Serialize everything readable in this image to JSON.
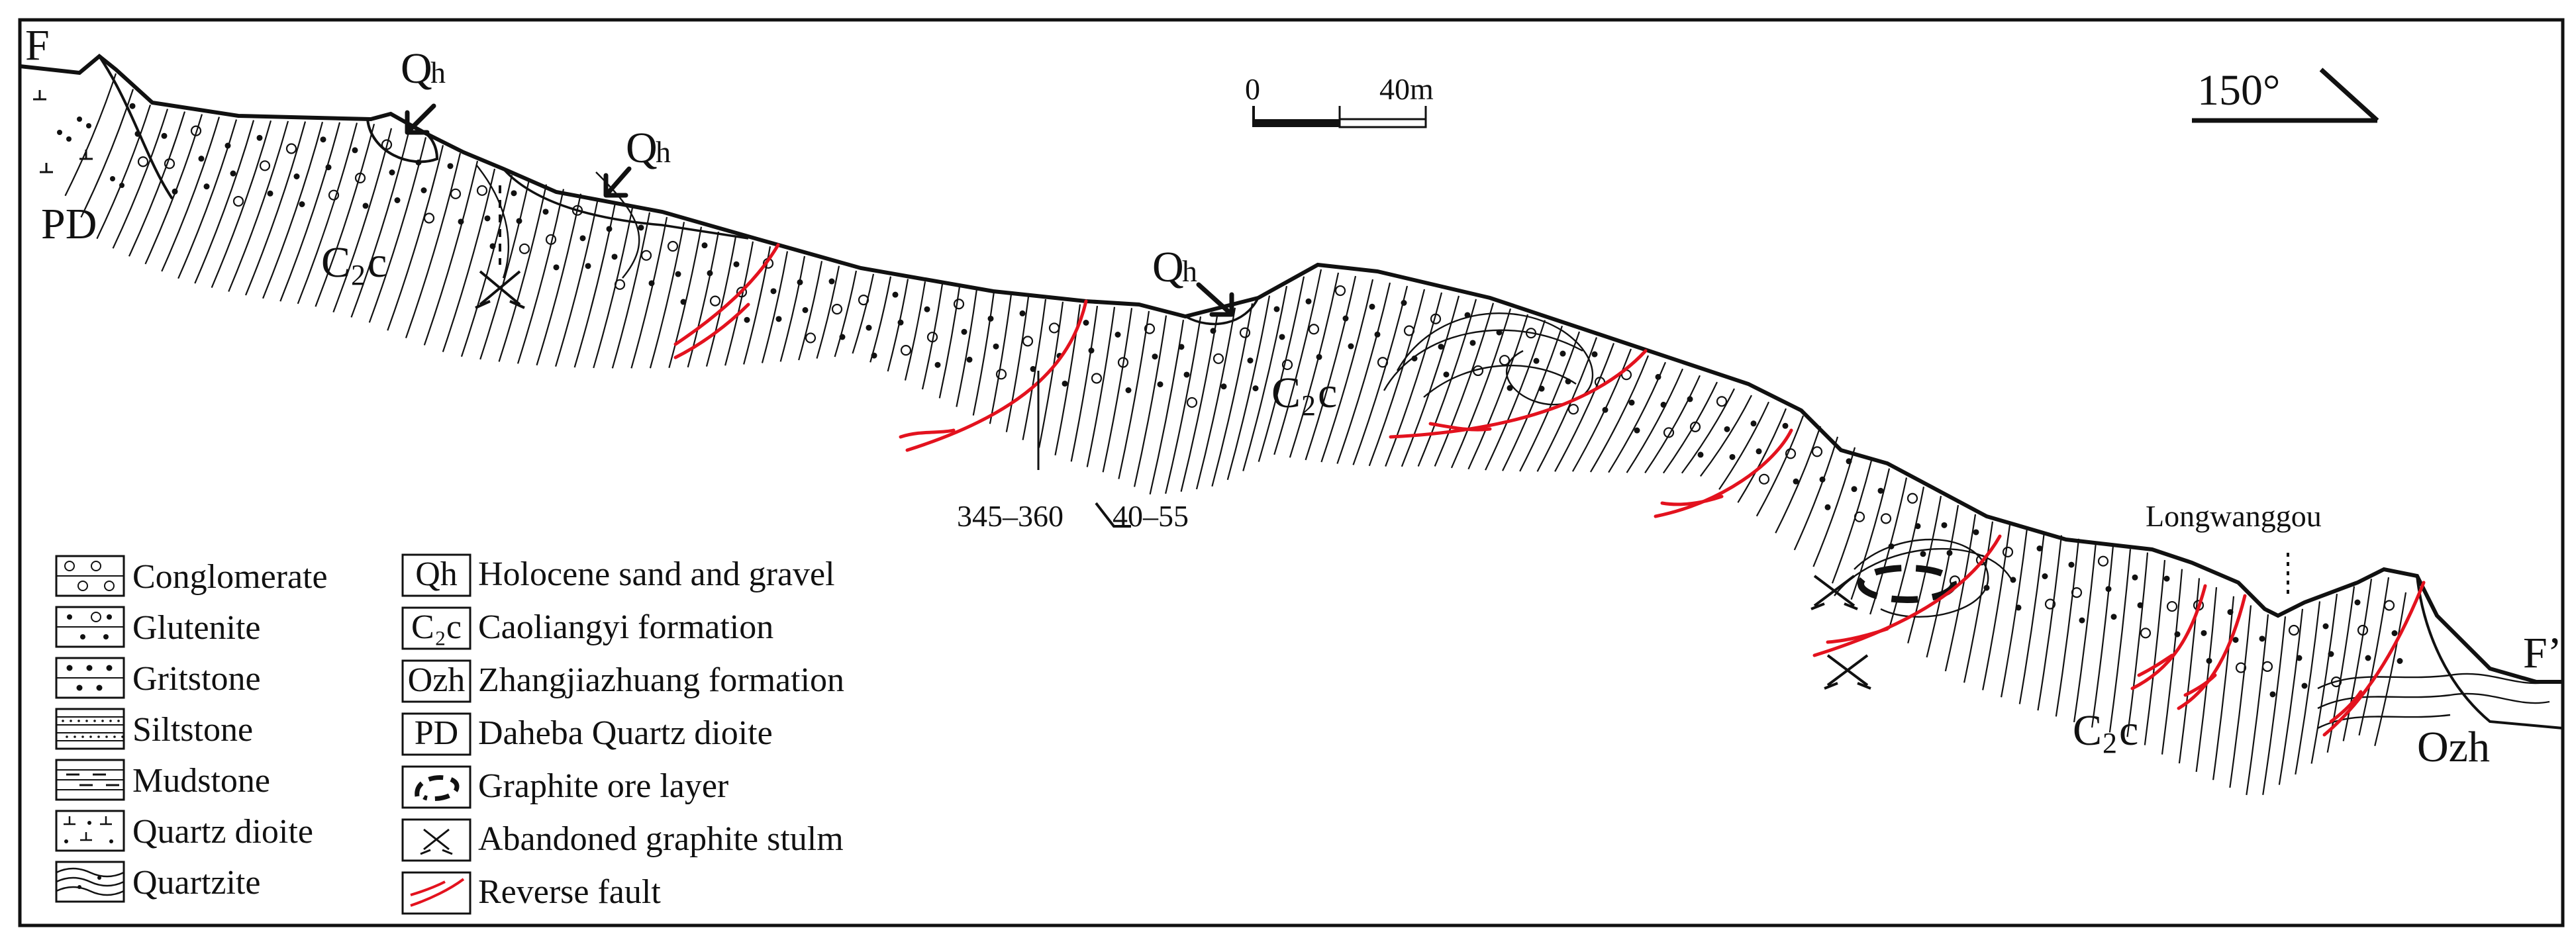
{
  "section": {
    "endpoint_start": "F",
    "endpoint_end": "F’",
    "orientation": "150°",
    "scale_bar": {
      "zero": "0",
      "end": "40m"
    },
    "attitude": "345–360",
    "attitude_dip": "40–55",
    "place": "Longwanggou"
  },
  "units": {
    "pd": "PD",
    "c2c_main": "C",
    "c2c_sub": "2",
    "c2c_tail": "c",
    "ozh": "Ozh",
    "qh_main": "Q",
    "qh_sub": "h"
  },
  "legend_left": [
    {
      "label": "Conglomerate",
      "icon": "conglomerate-icon"
    },
    {
      "label": "Glutenite",
      "icon": "glutenite-icon"
    },
    {
      "label": "Gritstone",
      "icon": "gritstone-icon"
    },
    {
      "label": "Siltstone",
      "icon": "siltstone-icon"
    },
    {
      "label": "Mudstone",
      "icon": "mudstone-icon"
    },
    {
      "label": "Quartz dioite",
      "icon": "quartz-dioite-icon"
    },
    {
      "label": "Quartzite",
      "icon": "quartzite-icon"
    }
  ],
  "legend_right": [
    {
      "code": "Qh",
      "label": "Holocene sand and gravel"
    },
    {
      "code": "C₂c",
      "label": "Caoliangyi formation"
    },
    {
      "code": "Ozh",
      "label": "Zhangjiazhuang formation"
    },
    {
      "code": "PD",
      "label": "Daheba Quartz dioite"
    },
    {
      "code": "",
      "label": "Graphite ore layer"
    },
    {
      "code": "",
      "label": "Abandoned graphite stulm"
    },
    {
      "code": "",
      "label": "Reverse fault"
    }
  ],
  "colors": {
    "fault": "#e3121e",
    "line": "#111111"
  }
}
